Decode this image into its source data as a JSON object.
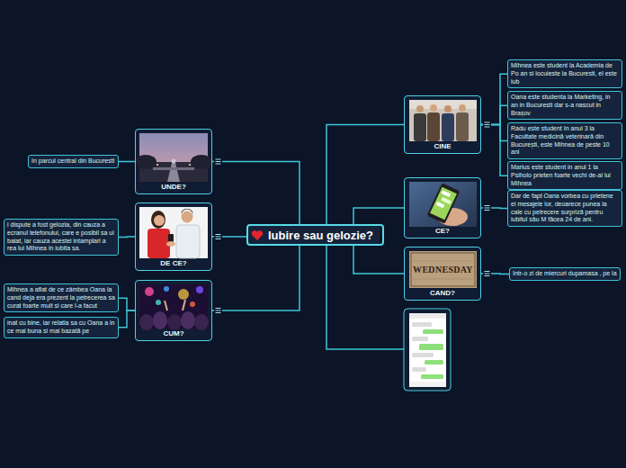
{
  "diagram": {
    "nodes": [
      {
        "text": [
          "Iubire sau gelozie?"
        ]
      },
      {
        "text": [
          "CINE"
        ]
      },
      {
        "text": [
          "Mihnea este student la Academia de Po an si locuieste la Bucuresti, el este iub"
        ]
      },
      {
        "text": [
          "Oana este studenta la Marketing, in an in Bucuresti dar s-a nascut in Brașov"
        ]
      },
      {
        "text": [
          "Radu este student în anul 3 la Facultate medicină veterinară din București, este Mihnea de peste 10 ani"
        ]
      },
      {
        "text": [
          "Marius este student in anul 1 la Psiholo prieten foarte vechi de-al lui Mihnea"
        ]
      },
      {
        "text": [
          "CE?"
        ]
      },
      {
        "text": [
          "Dar de fapt Oana vorbea cu prietene ei mesajele lor, deoarece punea la cale cu petrecere surpriză pentru iubitul său M făcea 24 de ani."
        ]
      },
      {
        "text": [
          "CAND?"
        ]
      },
      {
        "text": [
          "Intr-o zi de miercuri dupamasa , pe la"
        ]
      },
      {
        "text": [
          "UNDE?"
        ]
      },
      {
        "text": [
          "In parcul central din Bucuresti"
        ]
      },
      {
        "text": [
          "DE CE?"
        ]
      },
      {
        "text": [
          "i dispute a fost gelozia, din cauza a ecranul telefonului, care e posibil sa ui baiat, iar cauza acestei intamplari a rea lui Mihnea in iubita sa."
        ]
      },
      {
        "text": [
          "CUM?"
        ]
      },
      {
        "text": [
          "Mihnea a aflat de ce zâmbea Oana la cand deja era prezent la petrecerea sa curat foarte mult si care l-a facut"
        ]
      },
      {
        "text": [
          "inat cu bine, iar relatia sa cu Oana a in ce mai buna si mai bazată pe"
        ]
      }
    ],
    "edges": [
      {
        "from": 0,
        "to": 1,
        "arrow": "none"
      },
      {
        "from": 0,
        "to": 6,
        "arrow": "none"
      },
      {
        "from": 0,
        "to": 8,
        "arrow": "none"
      },
      {
        "from": 0,
        "to": 10,
        "arrow": "none"
      },
      {
        "from": 0,
        "to": 12,
        "arrow": "none"
      },
      {
        "from": 0,
        "to": 14,
        "arrow": "none"
      },
      {
        "from": 1,
        "to": 2,
        "arrow": "none"
      },
      {
        "from": 1,
        "to": 3,
        "arrow": "none"
      },
      {
        "from": 1,
        "to": 4,
        "arrow": "none"
      },
      {
        "from": 1,
        "to": 5,
        "arrow": "none"
      },
      {
        "from": 6,
        "to": 7,
        "arrow": "none"
      },
      {
        "from": 8,
        "to": 9,
        "arrow": "none"
      },
      {
        "from": 10,
        "to": 11,
        "arrow": "none"
      },
      {
        "from": 12,
        "to": 13,
        "arrow": "none"
      },
      {
        "from": 14,
        "to": 15,
        "arrow": "none"
      },
      {
        "from": 14,
        "to": 16,
        "arrow": "none"
      }
    ],
    "labels": [
      "WEDNESDAY"
    ]
  }
}
